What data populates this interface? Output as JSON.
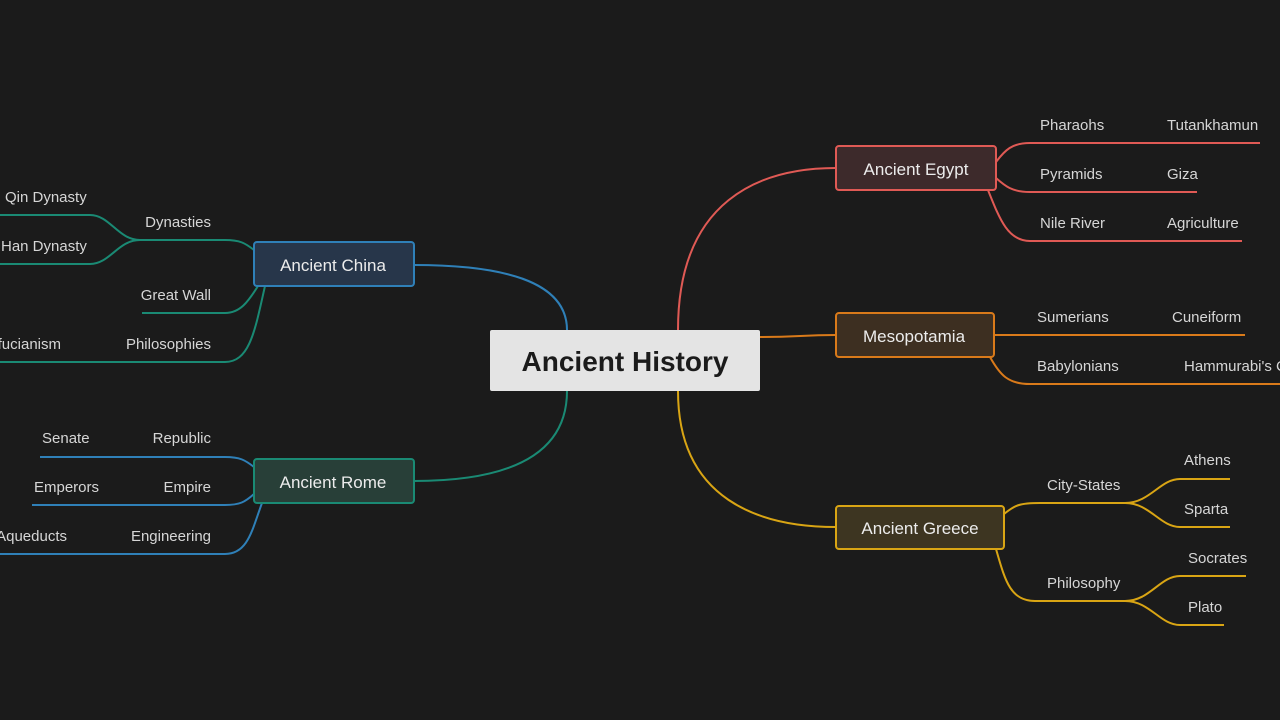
{
  "center": {
    "label": "Ancient History"
  },
  "colors": {
    "background": "#1b1b1b",
    "egypt": "#e05a55",
    "mesopotamia": "#d97a1a",
    "greece": "#d9a514",
    "china": "#2f80b8",
    "china_branches": "#1a8a74",
    "rome": "#1a8a74",
    "rome_branches": "#2f80b8"
  },
  "egypt": {
    "label": "Ancient Egypt",
    "children": [
      {
        "label": "Pharaohs",
        "child": "Tutankhamun"
      },
      {
        "label": "Pyramids",
        "child": "Giza"
      },
      {
        "label": "Nile River",
        "child": "Agriculture"
      }
    ]
  },
  "mesopotamia": {
    "label": "Mesopotamia",
    "children": [
      {
        "label": "Sumerians",
        "child": "Cuneiform"
      },
      {
        "label": "Babylonians",
        "child": "Hammurabi's Code"
      }
    ]
  },
  "greece": {
    "label": "Ancient Greece",
    "children": [
      {
        "label": "City-States",
        "children": [
          "Athens",
          "Sparta"
        ]
      },
      {
        "label": "Philosophy",
        "children": [
          "Socrates",
          "Plato"
        ]
      }
    ]
  },
  "china": {
    "label": "Ancient China",
    "children": [
      {
        "label": "Dynasties",
        "children": [
          "Qin Dynasty",
          "Han Dynasty"
        ]
      },
      {
        "label": "Great Wall"
      },
      {
        "label": "Philosophies",
        "child": "Confucianism"
      }
    ]
  },
  "rome": {
    "label": "Ancient Rome",
    "children": [
      {
        "label": "Republic",
        "child": "Senate"
      },
      {
        "label": "Empire",
        "child": "Emperors"
      },
      {
        "label": "Engineering",
        "child": "Aqueducts"
      }
    ]
  }
}
